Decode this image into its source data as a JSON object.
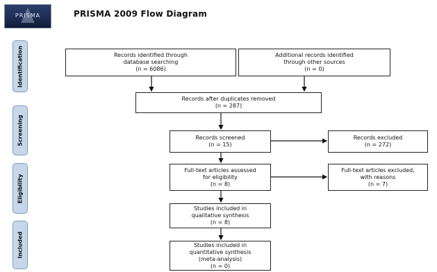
{
  "logo": {
    "text": "PRISMA"
  },
  "title": "PRISMA 2009 Flow Diagram",
  "stages": {
    "identification": "Identification",
    "screening": "Screening",
    "eligibility": "Eligibility",
    "included": "Included"
  },
  "boxes": {
    "db_search": {
      "lines": [
        "Records identified through",
        "database searching",
        "(n = 6086)"
      ]
    },
    "other_sources": {
      "lines": [
        "Additional records identified",
        "through other sources",
        "(n = 0)"
      ]
    },
    "after_duplicates": {
      "lines": [
        "Records after duplicates removed",
        "(n = 287)"
      ]
    },
    "screened": {
      "lines": [
        "Records screened",
        "(n = 15)"
      ]
    },
    "excluded": {
      "lines": [
        "Records excluded",
        "(n = 272)"
      ]
    },
    "fulltext_assessed": {
      "lines": [
        "Full-text articles assessed",
        "for eligibility",
        "(n = 8)"
      ]
    },
    "fulltext_excluded": {
      "lines": [
        "Full-text articles excluded,",
        "with reasons",
        "(n = 7)"
      ]
    },
    "qualitative": {
      "lines": [
        "Studies included in",
        "qualitative synthesis",
        "(n = 8)"
      ]
    },
    "quantitative": {
      "lines": [
        "Studies included in",
        "quantitative synthesis",
        "(meta-analysis)",
        "(n = 0)"
      ]
    }
  }
}
